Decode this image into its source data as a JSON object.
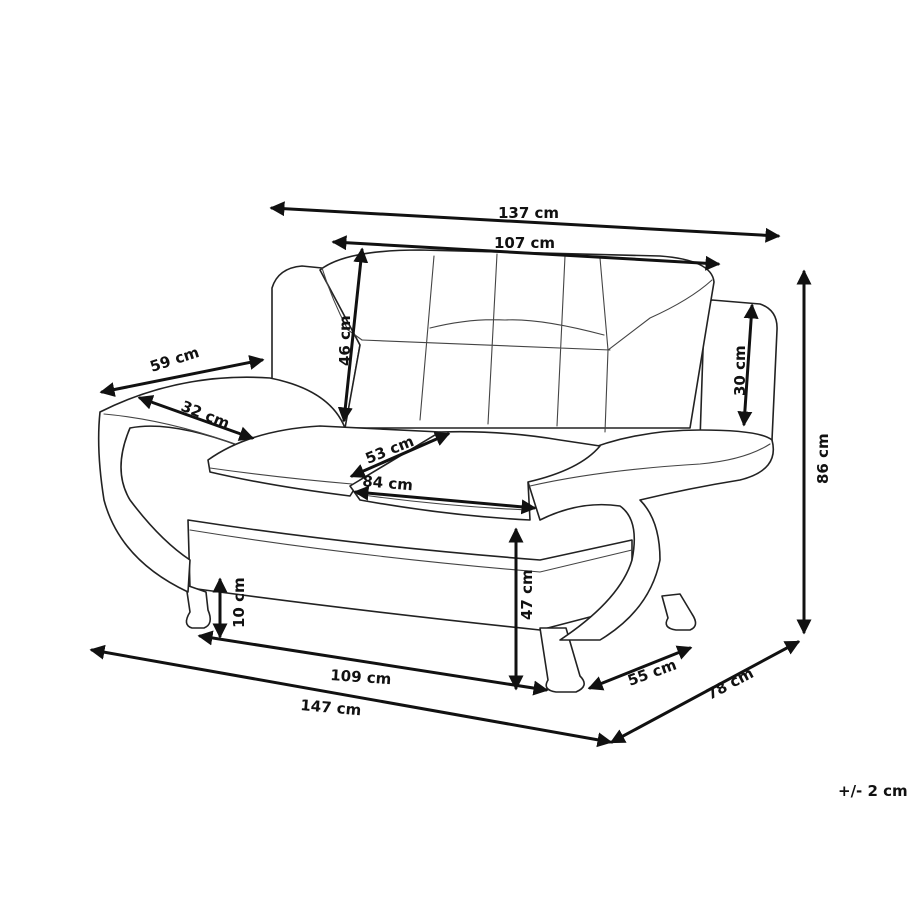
{
  "colors": {
    "line": "#111111",
    "background": "#ffffff"
  },
  "tolerance": "+/- 2 cm",
  "dimensions": [
    {
      "id": "overall-width-top",
      "label": "137 cm",
      "value": 137,
      "unit": "cm"
    },
    {
      "id": "backrest-width",
      "label": "107 cm",
      "value": 107,
      "unit": "cm"
    },
    {
      "id": "armrest-depth",
      "label": "59 cm",
      "value": 59,
      "unit": "cm"
    },
    {
      "id": "backrest-height",
      "label": "46 cm",
      "value": 46,
      "unit": "cm"
    },
    {
      "id": "armrest-height",
      "label": "30 cm",
      "value": 30,
      "unit": "cm"
    },
    {
      "id": "overall-height",
      "label": "86 cm",
      "value": 86,
      "unit": "cm"
    },
    {
      "id": "armrest-width",
      "label": "32 cm",
      "value": 32,
      "unit": "cm"
    },
    {
      "id": "seat-depth",
      "label": "53 cm",
      "value": 53,
      "unit": "cm"
    },
    {
      "id": "seat-width",
      "label": "84 cm",
      "value": 84,
      "unit": "cm"
    },
    {
      "id": "seat-height",
      "label": "47 cm",
      "value": 47,
      "unit": "cm"
    },
    {
      "id": "leg-height",
      "label": "10 cm",
      "value": 10,
      "unit": "cm"
    },
    {
      "id": "base-width",
      "label": "109 cm",
      "value": 109,
      "unit": "cm"
    },
    {
      "id": "overall-width-bottom",
      "label": "147 cm",
      "value": 147,
      "unit": "cm"
    },
    {
      "id": "base-depth",
      "label": "55 cm",
      "value": 55,
      "unit": "cm"
    },
    {
      "id": "overall-depth",
      "label": "78 cm",
      "value": 78,
      "unit": "cm"
    }
  ]
}
